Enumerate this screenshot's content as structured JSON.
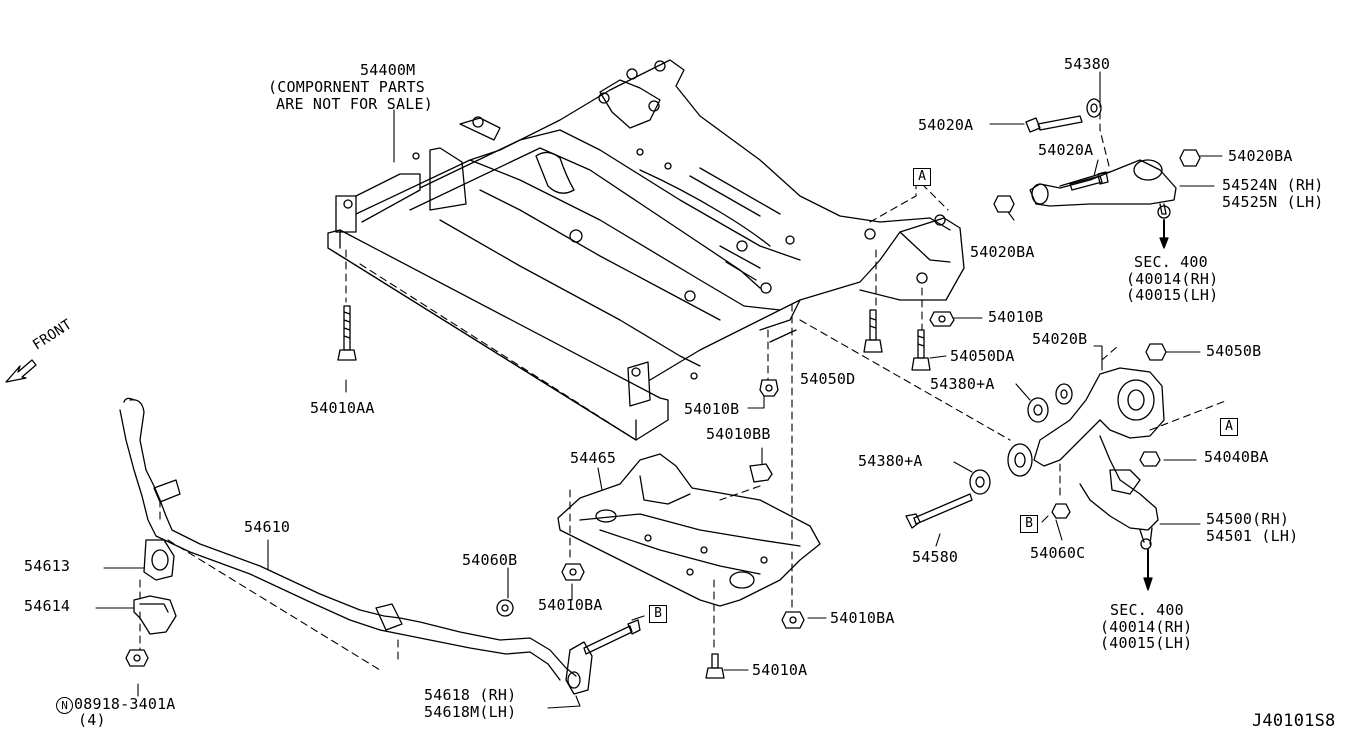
{
  "diagram_id": "J40101S8",
  "front_label": "FRONT",
  "parts": {
    "p54400m": [
      "54400M",
      "(COMPORNENT PARTS",
      "ARE NOT FOR SALE)"
    ],
    "p54380_top": "54380",
    "p54020a_left": "54020A",
    "p54020a_mid": "54020A",
    "p54020ba_top": "54020BA",
    "p54524n": "54524N (RH)",
    "p54525n": "54525N (LH)",
    "p54020ba_low": "54020BA",
    "sec400_top": [
      "SEC. 400",
      "(40014(RH)",
      "(40015(LH)"
    ],
    "p54010b_right": "54010B",
    "p54050da": "54050DA",
    "p54020b": "54020B",
    "p54050b": "54050B",
    "p54050d": "54050D",
    "p54380a_1": "54380+A",
    "p54010aa": "54010AA",
    "p54010b_mid": "54010B",
    "p54010bb": "54010BB",
    "p54465": "54465",
    "p54380a_2": "54380+A",
    "p54040ba": "54040BA",
    "p54610": "54610",
    "p54613": "54613",
    "p54614": "54614",
    "p54060b": "54060B",
    "p54010ba_1": "54010BA",
    "p54010ba_2": "54010BA",
    "p54010a": "54010A",
    "p54580": "54580",
    "p54060c": "54060C",
    "p54500": "54500(RH)",
    "p54501": "54501 (LH)",
    "sec400_bot": [
      "SEC. 400",
      "(40014(RH)",
      "(40015(LH)"
    ],
    "p54618": "54618 (RH)",
    "p54618m": "54618M(LH)",
    "nut_code": "08918-3401A",
    "nut_circle": "N",
    "nut_qty": "(4)"
  },
  "callouts": {
    "a_top": "A",
    "a_right": "A",
    "b_mid": "B",
    "b_low": "B"
  }
}
